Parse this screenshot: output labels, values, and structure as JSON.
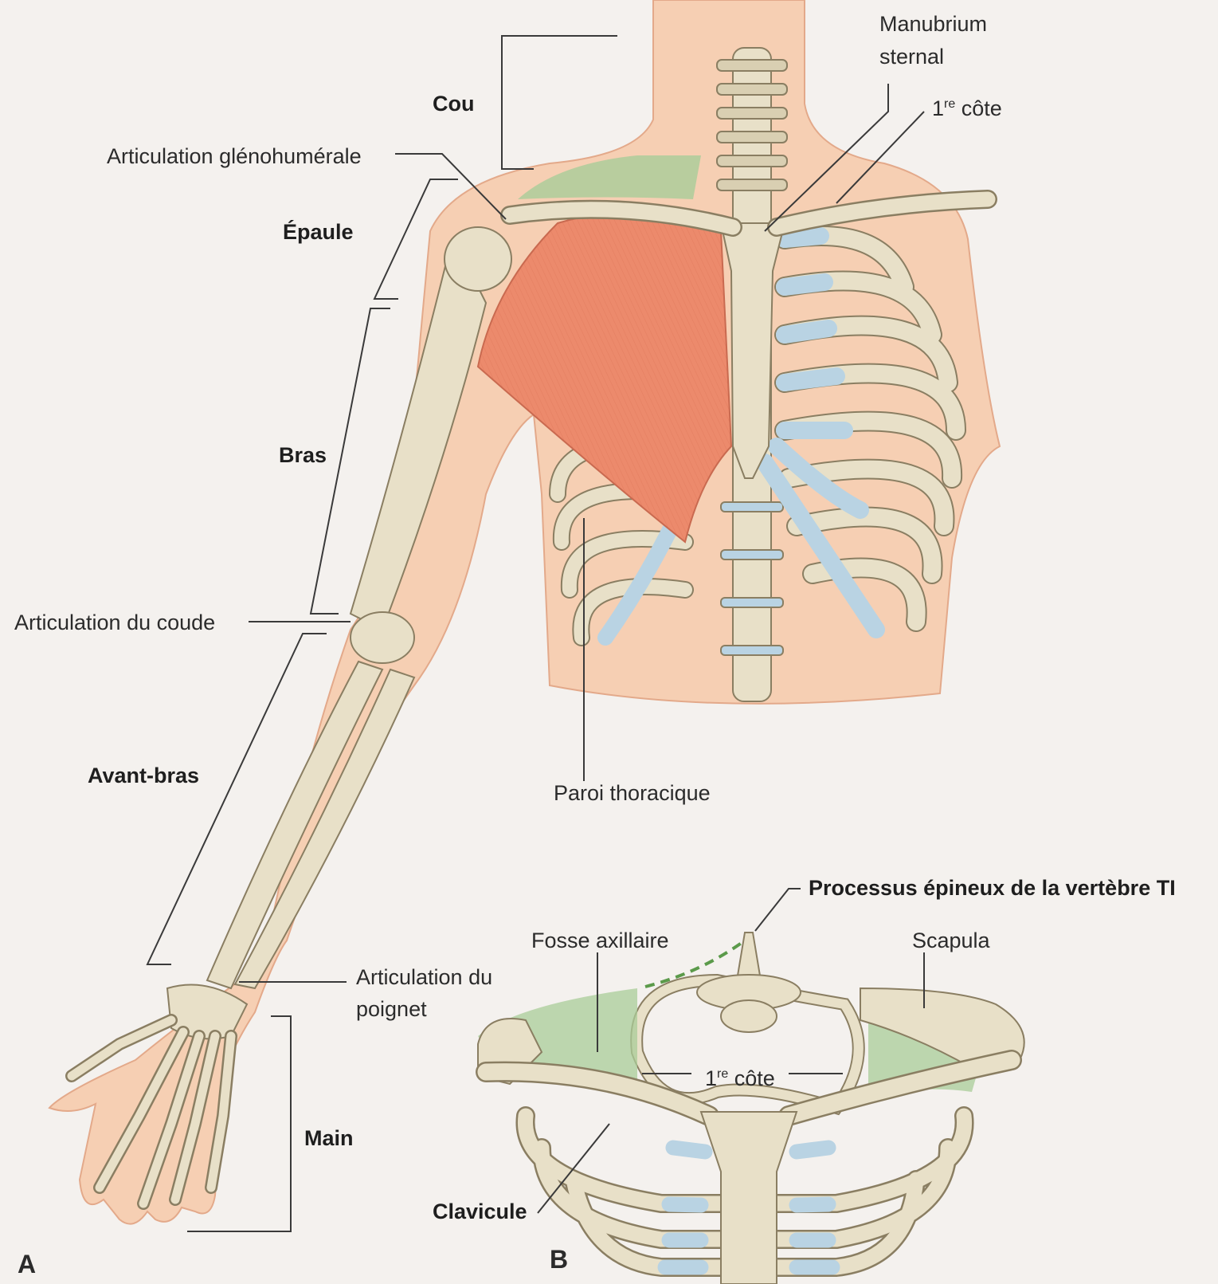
{
  "labels": {
    "cou": "Cou",
    "epaule": "Épaule",
    "bras": "Bras",
    "avant_bras": "Avant-bras",
    "main": "Main",
    "articulation_glenohumerale": "Articulation glénohumérale",
    "articulation_coude": "Articulation du coude",
    "articulation_poignet_1": "Articulation du",
    "articulation_poignet_2": "poignet",
    "manubrium_1": "Manubrium",
    "manubrium_2": "sternal",
    "cote_num": "1",
    "cote_sup": "re",
    "cote_word": " côte",
    "paroi_thoracique": "Paroi thoracique",
    "processus_epineux": "Processus épineux de la vertèbre TI",
    "fosse_axillaire": "Fosse axillaire",
    "scapula": "Scapula",
    "clavicule": "Clavicule",
    "panel_a": "A",
    "panel_b": "B"
  },
  "colors": {
    "skin": "#f6cfb3",
    "skin_outline": "#e3a98a",
    "bone": "#e8e0c8",
    "bone_outline": "#8a7e62",
    "cartilage": "#b9d3e3",
    "muscle": "#ec8a6c",
    "axilla": "#a9cc98",
    "leader": "#3a3a3a"
  }
}
